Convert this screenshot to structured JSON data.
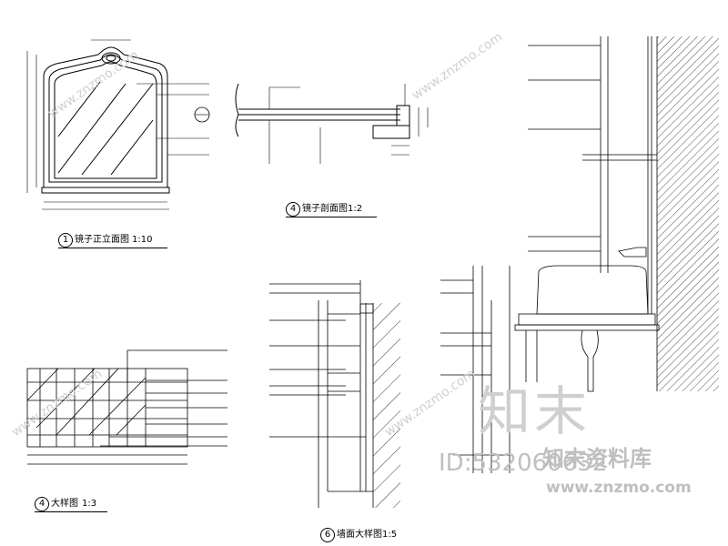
{
  "drawing_titles": {
    "mirror_elevation": {
      "num": "1",
      "text": "镜子正立面图",
      "scale": "1:10"
    },
    "mirror_section": {
      "num": "4",
      "text": "镜子剖面图",
      "scale": "1:2"
    },
    "detail": {
      "num": "4",
      "text": "大样图",
      "scale": "1:3"
    },
    "wall_detail": {
      "num": "6",
      "text": "墙面大样图",
      "scale": "1:5"
    }
  },
  "watermark": {
    "logo": "知末",
    "brand": "知末资料库",
    "id": "ID:532060632",
    "url": "www.znzmo.com"
  },
  "colors": {
    "line": "#000000",
    "watermark": "#bfbfbf"
  }
}
